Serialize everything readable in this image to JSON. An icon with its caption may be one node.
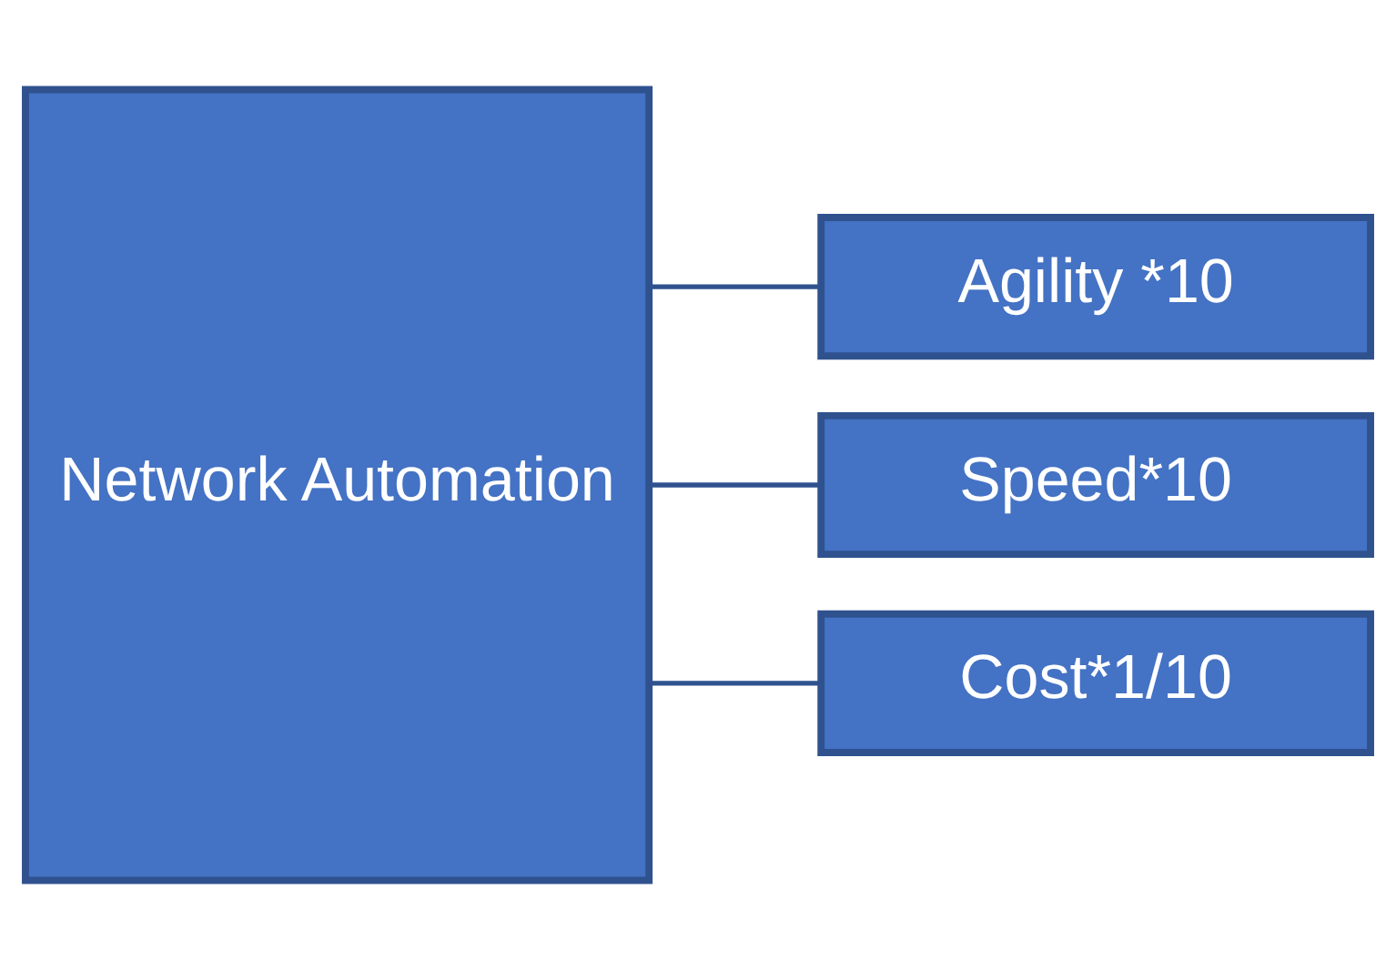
{
  "diagram": {
    "nodes": [
      {
        "text": [
          "Network Automation"
        ]
      },
      {
        "text": [
          "Agility *10"
        ]
      },
      {
        "text": [
          "Speed*10"
        ]
      },
      {
        "text": [
          "Cost*1/10"
        ]
      }
    ],
    "edges": [
      {
        "from": 0,
        "to": 1,
        "arrow": "none"
      },
      {
        "from": 0,
        "to": 2,
        "arrow": "none"
      },
      {
        "from": 0,
        "to": 3,
        "arrow": "none"
      }
    ]
  }
}
